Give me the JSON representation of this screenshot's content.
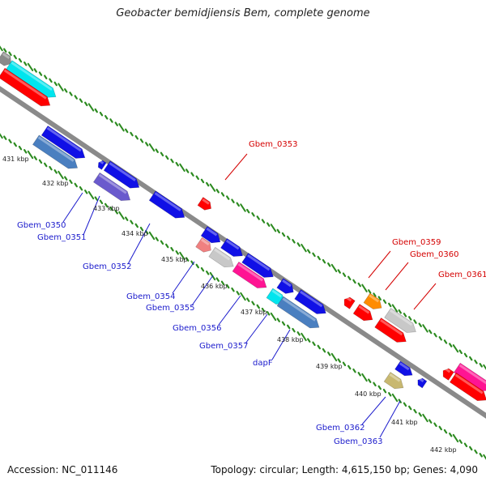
{
  "title": "Geobacter bemidjiensis Bem, complete genome",
  "accession_text": "Accession: NC_011146",
  "topology_text": "Topology: circular; Length: 4,615,150 bp; Genes: 4,090",
  "colors": {
    "backbone": "#8a8a8a",
    "tick": "#2b8a1f",
    "label_blue": "#1a1acc",
    "label_red": "#d40000",
    "gene_blue": "#1010e6",
    "gene_steelblue": "#4a7fc0",
    "gene_slate": "#6a5acd",
    "gene_red": "#ff0000",
    "gene_pink": "#f08080",
    "gene_gray": "#c8c8c8",
    "gene_magenta": "#ff1493",
    "gene_cyan": "#00e5ee",
    "gene_orange": "#ff8c00",
    "gene_khaki": "#c8b870"
  },
  "kbp_labels": [
    "431 kbp",
    "432 kbp",
    "433 kbp",
    "434 kbp",
    "435 kbp",
    "436 kbp",
    "437 kbp",
    "438 kbp",
    "439 kbp",
    "440 kbp",
    "441 kbp",
    "442 kbp"
  ],
  "gene_labels": {
    "Gbem_0350": "Gbem_0350",
    "Gbem_0351": "Gbem_0351",
    "Gbem_0352": "Gbem_0352",
    "Gbem_0353": "Gbem_0353",
    "Gbem_0354": "Gbem_0354",
    "Gbem_0355": "Gbem_0355",
    "Gbem_0356": "Gbem_0356",
    "Gbem_0357": "Gbem_0357",
    "dapF": "dapF",
    "Gbem_0359": "Gbem_0359",
    "Gbem_0360": "Gbem_0360",
    "Gbem_0361": "Gbem_0361",
    "Gbem_0362": "Gbem_0362",
    "Gbem_0363": "Gbem_0363"
  }
}
